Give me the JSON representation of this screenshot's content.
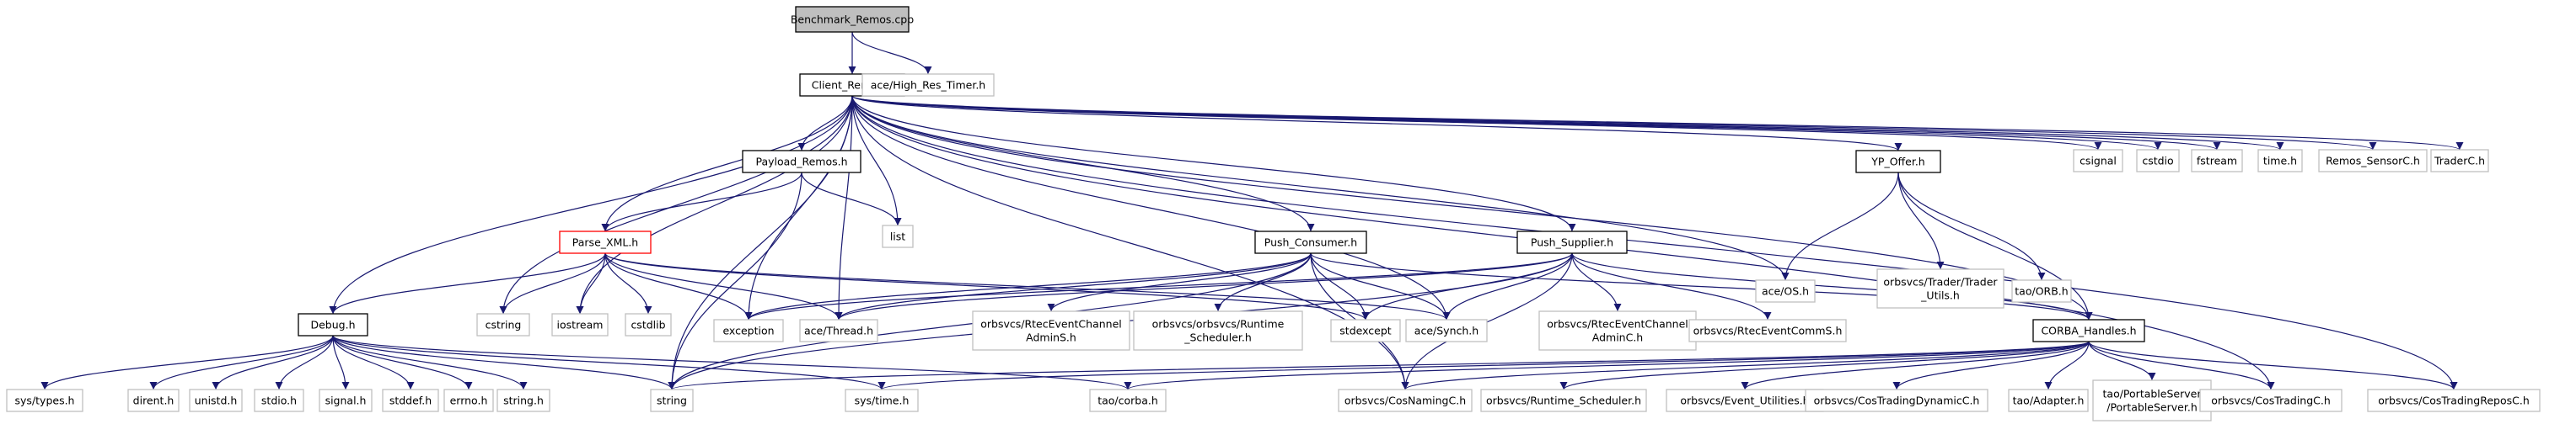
{
  "colors": {
    "background": "#ffffff",
    "edge": "#191970",
    "border_default": "#bfbfbf",
    "border_strong": "#000000",
    "border_error": "#ff0000",
    "root_fill": "#bfbfbf",
    "node_fill": "#ffffff"
  },
  "nodes": [
    {
      "id": "benchmark",
      "lines": [
        "Benchmark_Remos.cpp"
      ],
      "style": "root"
    },
    {
      "id": "client",
      "lines": [
        "Client_Remos.h"
      ],
      "style": "strong"
    },
    {
      "id": "hrtimer",
      "lines": [
        "ace/High_Res_Timer.h"
      ],
      "style": "default"
    },
    {
      "id": "payload",
      "lines": [
        "Payload_Remos.h"
      ],
      "style": "strong"
    },
    {
      "id": "list",
      "lines": [
        "list"
      ],
      "style": "default"
    },
    {
      "id": "ypoffer",
      "lines": [
        "YP_Offer.h"
      ],
      "style": "strong"
    },
    {
      "id": "csignal",
      "lines": [
        "csignal"
      ],
      "style": "default"
    },
    {
      "id": "cstdio",
      "lines": [
        "cstdio"
      ],
      "style": "default"
    },
    {
      "id": "fstream",
      "lines": [
        "fstream"
      ],
      "style": "default"
    },
    {
      "id": "timeh",
      "lines": [
        "time.h"
      ],
      "style": "default"
    },
    {
      "id": "sensorc",
      "lines": [
        "Remos_SensorC.h"
      ],
      "style": "default"
    },
    {
      "id": "traderc",
      "lines": [
        "TraderC.h"
      ],
      "style": "default"
    },
    {
      "id": "parsexml",
      "lines": [
        "Parse_XML.h"
      ],
      "style": "error"
    },
    {
      "id": "pushcons",
      "lines": [
        "Push_Consumer.h"
      ],
      "style": "strong"
    },
    {
      "id": "pushsupp",
      "lines": [
        "Push_Supplier.h"
      ],
      "style": "strong"
    },
    {
      "id": "aceos",
      "lines": [
        "ace/OS.h"
      ],
      "style": "default"
    },
    {
      "id": "traderutils",
      "lines": [
        "orbsvcs/Trader/Trader",
        "_Utils.h"
      ],
      "style": "default"
    },
    {
      "id": "taoorb",
      "lines": [
        "tao/ORB.h"
      ],
      "style": "default"
    },
    {
      "id": "debug",
      "lines": [
        "Debug.h"
      ],
      "style": "strong"
    },
    {
      "id": "cstring",
      "lines": [
        "cstring"
      ],
      "style": "default"
    },
    {
      "id": "iostream",
      "lines": [
        "iostream"
      ],
      "style": "default"
    },
    {
      "id": "cstdlib",
      "lines": [
        "cstdlib"
      ],
      "style": "default"
    },
    {
      "id": "exception",
      "lines": [
        "exception"
      ],
      "style": "default"
    },
    {
      "id": "acethread",
      "lines": [
        "ace/Thread.h"
      ],
      "style": "default"
    },
    {
      "id": "rtecadmins",
      "lines": [
        "orbsvcs/RtecEventChannel",
        "AdminS.h"
      ],
      "style": "default"
    },
    {
      "id": "runtimesched",
      "lines": [
        "orbsvcs/orbsvcs/Runtime",
        "_Scheduler.h"
      ],
      "style": "default"
    },
    {
      "id": "stdexcept",
      "lines": [
        "stdexcept"
      ],
      "style": "default"
    },
    {
      "id": "acesynch",
      "lines": [
        "ace/Synch.h"
      ],
      "style": "default"
    },
    {
      "id": "rtecadminc",
      "lines": [
        "orbsvcs/RtecEventChannel",
        "AdminC.h"
      ],
      "style": "default"
    },
    {
      "id": "rteccomms",
      "lines": [
        "orbsvcs/RtecEventCommS.h"
      ],
      "style": "default"
    },
    {
      "id": "corba",
      "lines": [
        "CORBA_Handles.h"
      ],
      "style": "strong"
    },
    {
      "id": "systypes",
      "lines": [
        "sys/types.h"
      ],
      "style": "default"
    },
    {
      "id": "dirent",
      "lines": [
        "dirent.h"
      ],
      "style": "default"
    },
    {
      "id": "unistd",
      "lines": [
        "unistd.h"
      ],
      "style": "default"
    },
    {
      "id": "stdioh",
      "lines": [
        "stdio.h"
      ],
      "style": "default"
    },
    {
      "id": "signalh",
      "lines": [
        "signal.h"
      ],
      "style": "default"
    },
    {
      "id": "stddef",
      "lines": [
        "stddef.h"
      ],
      "style": "default"
    },
    {
      "id": "errno",
      "lines": [
        "errno.h"
      ],
      "style": "default"
    },
    {
      "id": "stringh",
      "lines": [
        "string.h"
      ],
      "style": "default"
    },
    {
      "id": "string",
      "lines": [
        "string"
      ],
      "style": "default"
    },
    {
      "id": "systime",
      "lines": [
        "sys/time.h"
      ],
      "style": "default"
    },
    {
      "id": "taocorba",
      "lines": [
        "tao/corba.h"
      ],
      "style": "default"
    },
    {
      "id": "cosnaming",
      "lines": [
        "orbsvcs/CosNamingC.h"
      ],
      "style": "default"
    },
    {
      "id": "orbruntime",
      "lines": [
        "orbsvcs/Runtime_Scheduler.h"
      ],
      "style": "default"
    },
    {
      "id": "eventutil",
      "lines": [
        "orbsvcs/Event_Utilities.h"
      ],
      "style": "default"
    },
    {
      "id": "costradingdyn",
      "lines": [
        "orbsvcs/CosTradingDynamicC.h"
      ],
      "style": "default"
    },
    {
      "id": "taoadapter",
      "lines": [
        "tao/Adapter.h"
      ],
      "style": "default"
    },
    {
      "id": "portableserver",
      "lines": [
        "tao/PortableServer",
        "/PortableServer.h"
      ],
      "style": "default"
    },
    {
      "id": "costradingc",
      "lines": [
        "orbsvcs/CosTradingC.h"
      ],
      "style": "default"
    },
    {
      "id": "costradingrepos",
      "lines": [
        "orbsvcs/CosTradingReposC.h"
      ],
      "style": "default"
    }
  ],
  "edges": [
    [
      "benchmark",
      "client"
    ],
    [
      "benchmark",
      "hrtimer"
    ],
    [
      "client",
      "payload"
    ],
    [
      "client",
      "list"
    ],
    [
      "client",
      "ypoffer"
    ],
    [
      "client",
      "csignal"
    ],
    [
      "client",
      "cstdio"
    ],
    [
      "client",
      "fstream"
    ],
    [
      "client",
      "timeh"
    ],
    [
      "client",
      "sensorc"
    ],
    [
      "client",
      "traderc"
    ],
    [
      "client",
      "parsexml"
    ],
    [
      "client",
      "pushcons"
    ],
    [
      "client",
      "pushsupp"
    ],
    [
      "client",
      "aceos"
    ],
    [
      "client",
      "debug"
    ],
    [
      "client",
      "cstring"
    ],
    [
      "client",
      "iostream"
    ],
    [
      "client",
      "exception"
    ],
    [
      "client",
      "acethread"
    ],
    [
      "client",
      "acesynch"
    ],
    [
      "client",
      "corba"
    ],
    [
      "client",
      "string"
    ],
    [
      "client",
      "costradingc"
    ],
    [
      "client",
      "costradingrepos"
    ],
    [
      "client",
      "cosnaming"
    ],
    [
      "payload",
      "parsexml"
    ],
    [
      "payload",
      "list"
    ],
    [
      "payload",
      "string"
    ],
    [
      "ypoffer",
      "aceos"
    ],
    [
      "ypoffer",
      "traderutils"
    ],
    [
      "ypoffer",
      "taoorb"
    ],
    [
      "ypoffer",
      "corba"
    ],
    [
      "parsexml",
      "debug"
    ],
    [
      "parsexml",
      "cstring"
    ],
    [
      "parsexml",
      "iostream"
    ],
    [
      "parsexml",
      "cstdlib"
    ],
    [
      "parsexml",
      "exception"
    ],
    [
      "parsexml",
      "acethread"
    ],
    [
      "parsexml",
      "acesynch"
    ],
    [
      "parsexml",
      "stdexcept"
    ],
    [
      "pushcons",
      "exception"
    ],
    [
      "pushcons",
      "acethread"
    ],
    [
      "pushcons",
      "rtecadmins"
    ],
    [
      "pushcons",
      "runtimesched"
    ],
    [
      "pushcons",
      "stdexcept"
    ],
    [
      "pushcons",
      "acesynch"
    ],
    [
      "pushcons",
      "corba"
    ],
    [
      "pushcons",
      "cosnaming"
    ],
    [
      "pushcons",
      "string"
    ],
    [
      "pushsupp",
      "exception"
    ],
    [
      "pushsupp",
      "acethread"
    ],
    [
      "pushsupp",
      "stdexcept"
    ],
    [
      "pushsupp",
      "acesynch"
    ],
    [
      "pushsupp",
      "rtecadminc"
    ],
    [
      "pushsupp",
      "rteccomms"
    ],
    [
      "pushsupp",
      "corba"
    ],
    [
      "pushsupp",
      "cosnaming"
    ],
    [
      "pushsupp",
      "string"
    ],
    [
      "debug",
      "systypes"
    ],
    [
      "debug",
      "dirent"
    ],
    [
      "debug",
      "unistd"
    ],
    [
      "debug",
      "stdioh"
    ],
    [
      "debug",
      "signalh"
    ],
    [
      "debug",
      "stddef"
    ],
    [
      "debug",
      "errno"
    ],
    [
      "debug",
      "stringh"
    ],
    [
      "debug",
      "string"
    ],
    [
      "debug",
      "systime"
    ],
    [
      "debug",
      "taocorba"
    ],
    [
      "corba",
      "string"
    ],
    [
      "corba",
      "systime"
    ],
    [
      "corba",
      "taocorba"
    ],
    [
      "corba",
      "cosnaming"
    ],
    [
      "corba",
      "orbruntime"
    ],
    [
      "corba",
      "eventutil"
    ],
    [
      "corba",
      "costradingdyn"
    ],
    [
      "corba",
      "taoadapter"
    ],
    [
      "corba",
      "portableserver"
    ],
    [
      "corba",
      "costradingc"
    ],
    [
      "corba",
      "costradingrepos"
    ]
  ]
}
